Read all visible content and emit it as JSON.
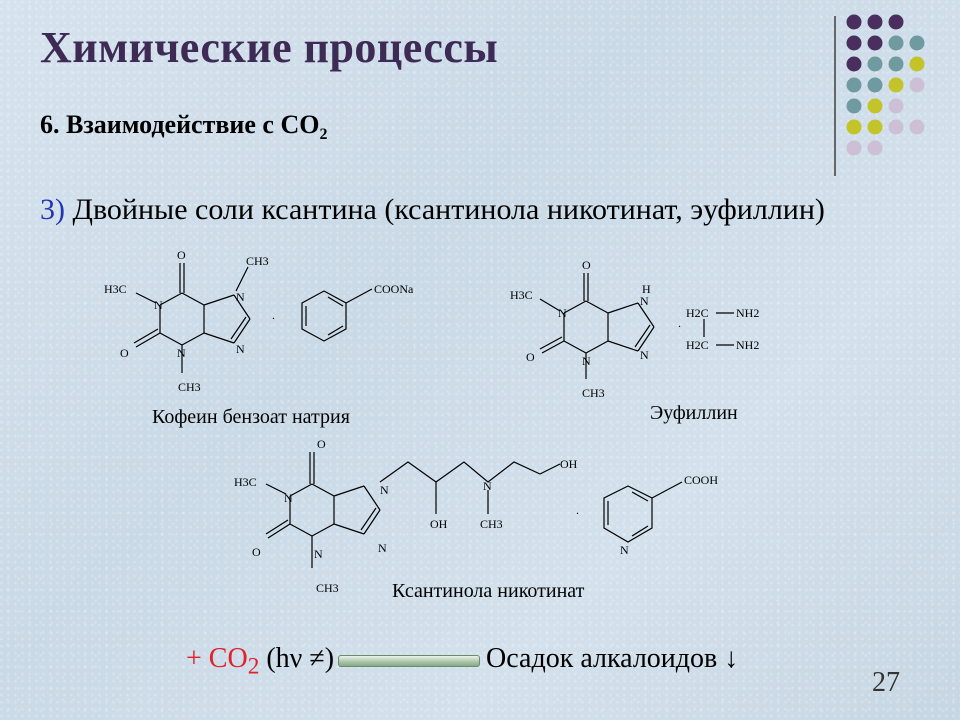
{
  "title": "Химические процессы",
  "subtitle": {
    "text": "6. Взаимодействие с CO",
    "sub": "2"
  },
  "point": {
    "number": "3)",
    "text": "Двойные соли ксантина (ксантинола никотинат, эуфиллин)"
  },
  "structures": {
    "caffeine": {
      "O_top": "O",
      "CH3_left": "H3C",
      "N1": "N",
      "N7": "N",
      "CH3_right": "CH3",
      "O_bottom": "O",
      "N3": "N",
      "CH3_bottom": "CH3",
      "N9": "N",
      "dot": ".",
      "COONa": "COONa"
    },
    "euphylline": {
      "O_top": "O",
      "H": "H",
      "N7": "N",
      "CH3_left": "H3C",
      "N1": "N",
      "N9": "N",
      "O_bottom": "O",
      "N3": "N",
      "CH3_bottom": "CH3",
      "dot": ".",
      "CH2_top": "H2C",
      "NH2_top": "NH2",
      "CH2_bottom": "H2C",
      "NH2_bottom": "NH2"
    },
    "xantinol": {
      "O_top": "O",
      "CH3_left": "H3C",
      "N1": "N",
      "N7": "N",
      "OH_end": "OH",
      "O_bottom": "O",
      "N3": "N",
      "N9": "N",
      "OH_mid": "OH",
      "N_amine": "N",
      "CH3_amine": "CH3",
      "CH3_bottom": "CH3",
      "dot": ".",
      "COOH": "COOH",
      "N_pyr": "N"
    }
  },
  "captions": {
    "caffeine": "Кофеин бензоат натрия",
    "euphylline": "Эуфиллин",
    "xantinol": "Ксантинола никотинат"
  },
  "reaction": {
    "prefix": "+ CO",
    "sub": "2",
    "condition": " (hν ≠)",
    "product": "Осадок алкалоидов ↓"
  },
  "page_number": "27",
  "colors": {
    "title": "#3d2a55",
    "accent_blue": "#1f35b5",
    "reaction_red": "#e0222b",
    "dot_purple": "#4a2f5e",
    "dot_teal": "#6f9aa0",
    "dot_yellow": "#c2c42a",
    "dot_lilac": "#cdbfd6"
  }
}
